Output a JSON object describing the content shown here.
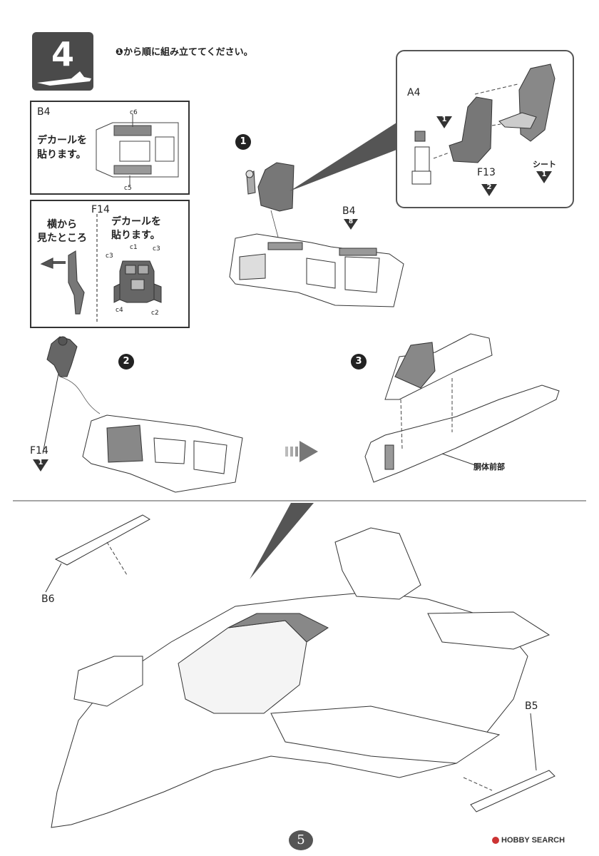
{
  "header": {
    "step_number": "4",
    "instruction_marker": "❶",
    "instruction_text": "から順に組み立ててください。"
  },
  "box_b4": {
    "part": "B4",
    "note": "デカールを\n貼ります。",
    "decal_top": "c6",
    "decal_bottom": "c5"
  },
  "box_f14": {
    "part": "F14",
    "side_view": "横から\n見たところ",
    "note": "デカールを\n貼ります。",
    "decals": [
      "c1",
      "c3",
      "c3",
      "c4",
      "c2"
    ]
  },
  "step1": {
    "marker": "1",
    "b4_label": "B4",
    "b4_qty": "8",
    "inset": {
      "a4_label": "A4",
      "a4_qty": "1",
      "f13_label": "F13",
      "f13_qty": "2",
      "seat_label": "シート",
      "seat_qty": "1"
    }
  },
  "step2": {
    "marker": "2",
    "f14_label": "F14",
    "f14_qty": "1"
  },
  "step3": {
    "marker": "3",
    "fuselage_label": "胴体前部"
  },
  "lower": {
    "b6_label": "B6",
    "b5_label": "B5"
  },
  "footer": {
    "page_number": "5",
    "watermark": "HOBBY SEARCH"
  }
}
